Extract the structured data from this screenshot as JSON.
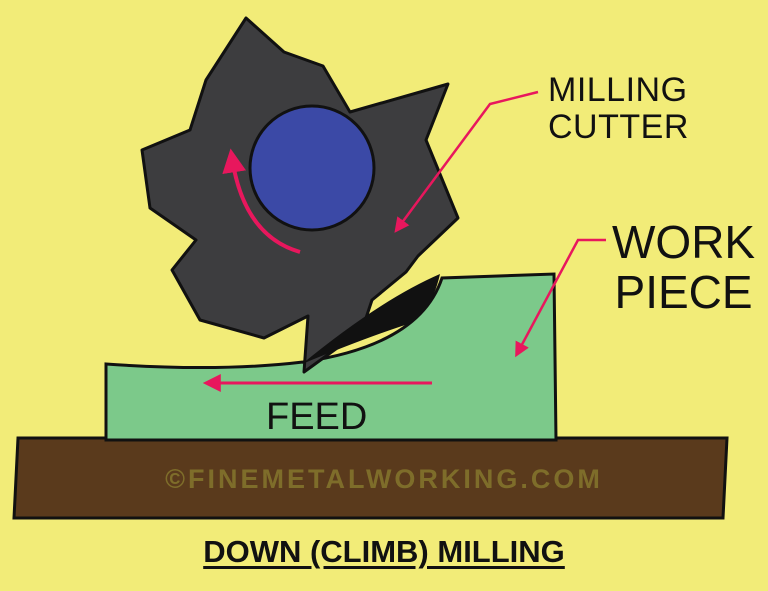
{
  "labels": {
    "cutter_line1": "MILLING",
    "cutter_line2": "CUTTER",
    "work_line1": "WORK",
    "work_line2": "PIECE",
    "feed": "FEED"
  },
  "watermark": "©FINEMETALWORKING.COM",
  "caption": "DOWN (CLIMB) MILLING",
  "colors": {
    "background": "#f2ec78",
    "cutter": "#3d3d3f",
    "hub": "#3b49a6",
    "workpiece": "#7cc98a",
    "base": "#5a3a1c",
    "arrow": "#e8175d",
    "chip": "#111111"
  }
}
